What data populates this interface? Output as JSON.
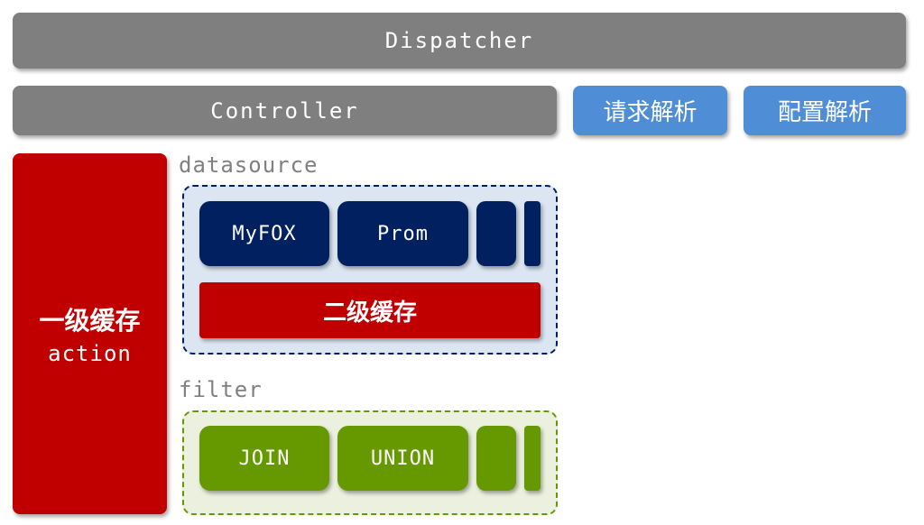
{
  "dispatcher": {
    "label": "Dispatcher"
  },
  "controller": {
    "label": "Controller"
  },
  "request_parse": {
    "label": "请求解析"
  },
  "config_parse": {
    "label": "配置解析"
  },
  "l1_cache": {
    "label_cn": "一级缓存",
    "label_en": "action"
  },
  "datasource": {
    "title": "datasource",
    "items": [
      "MyFOX",
      "Prom"
    ],
    "l2_cache_label": "二级缓存"
  },
  "filter": {
    "title": "filter",
    "items": [
      "JOIN",
      "UNION"
    ]
  },
  "colors": {
    "gray": "#7f7f7f",
    "blue": "#4f8ed6",
    "red": "#c00000",
    "navy": "#002060",
    "green": "#669900",
    "datasource_bg": "#dce6f2",
    "filter_bg": "#ebf1de"
  }
}
